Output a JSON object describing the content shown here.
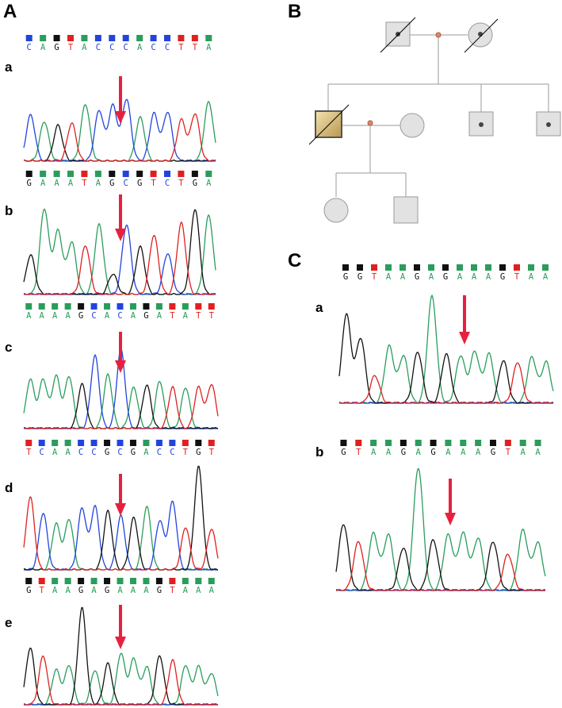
{
  "colors": {
    "A": "#2a9d5c",
    "C": "#2244dd",
    "G": "#111111",
    "T": "#e02020",
    "arrow": "#e8203f",
    "pedigree_fill": "#e2e2e2",
    "pedigree_stroke": "#9a9a9a",
    "proband_fill_start": "#f5e3b0",
    "proband_fill_end": "#b89650"
  },
  "panels": {
    "A": "A",
    "B": "B",
    "C": "C"
  },
  "panel_a": {
    "tracks": [
      {
        "label": "a",
        "sequence": "CAGTACCCACCTTA"
      },
      {
        "label": "b",
        "sequence": "GAAATAGCGTCTGA"
      },
      {
        "label": "c",
        "sequence": "AAAAGCACAGATATT"
      },
      {
        "label": "d",
        "sequence": "TCAACCGCGACCTGT"
      },
      {
        "label": "e",
        "sequence": "GTAAGAGAAAGTAAA"
      }
    ]
  },
  "panel_c": {
    "tracks": [
      {
        "label": "a",
        "sequence": "GGTAAGAGAAAGTAA"
      },
      {
        "label": "b",
        "sequence": "GTAAGAGAAAGTAA"
      }
    ]
  },
  "pedigree": {
    "individuals": [
      {
        "id": "I-1",
        "sex": "male",
        "deceased": true,
        "carrier_dot": true
      },
      {
        "id": "I-2",
        "sex": "female",
        "deceased": true,
        "carrier_dot": true
      },
      {
        "id": "II-1",
        "sex": "male",
        "deceased": true,
        "proband": true
      },
      {
        "id": "II-2",
        "sex": "female",
        "deceased": false
      },
      {
        "id": "II-3",
        "sex": "male",
        "carrier_dot": true
      },
      {
        "id": "II-4",
        "sex": "male",
        "carrier_dot": true
      },
      {
        "id": "III-1",
        "sex": "female"
      },
      {
        "id": "III-2",
        "sex": "male"
      }
    ]
  }
}
